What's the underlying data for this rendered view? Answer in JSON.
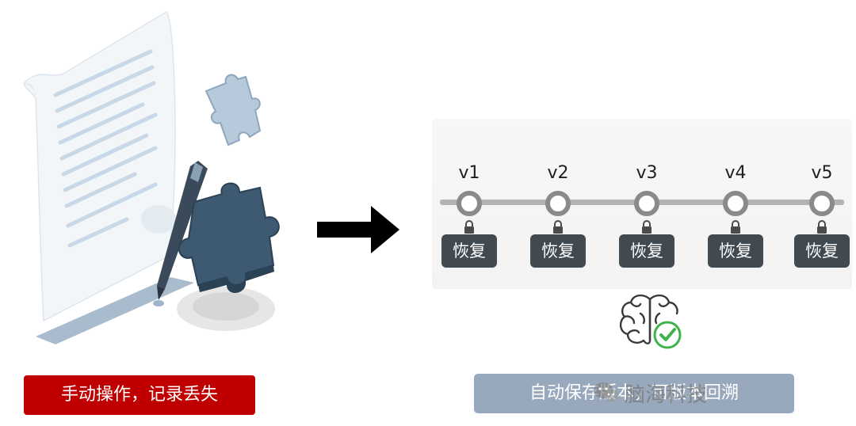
{
  "timeline": {
    "versions": [
      {
        "label": "v1",
        "button": "恢复"
      },
      {
        "label": "v2",
        "button": "恢复"
      },
      {
        "label": "v3",
        "button": "恢复"
      },
      {
        "label": "v4",
        "button": "恢复"
      },
      {
        "label": "v5",
        "button": "恢复"
      }
    ]
  },
  "labels": {
    "manual": "手动操作，记录丢失",
    "auto": "自动保存版本，可版本回溯"
  },
  "watermark": {
    "text": "脑海科技"
  },
  "colors": {
    "manual_bg": "#c00000",
    "auto_bg": "#98a9bd",
    "button_bg": "#414a50",
    "puzzle_dark": "#3e5a73",
    "puzzle_light": "#b7cadb",
    "check_green": "#3db34a"
  },
  "icons": [
    "document-icon",
    "pen-icon",
    "puzzle-piece-icon",
    "arrow-right-icon",
    "lock-icon",
    "brain-icon",
    "check-icon",
    "wechat-icon"
  ]
}
